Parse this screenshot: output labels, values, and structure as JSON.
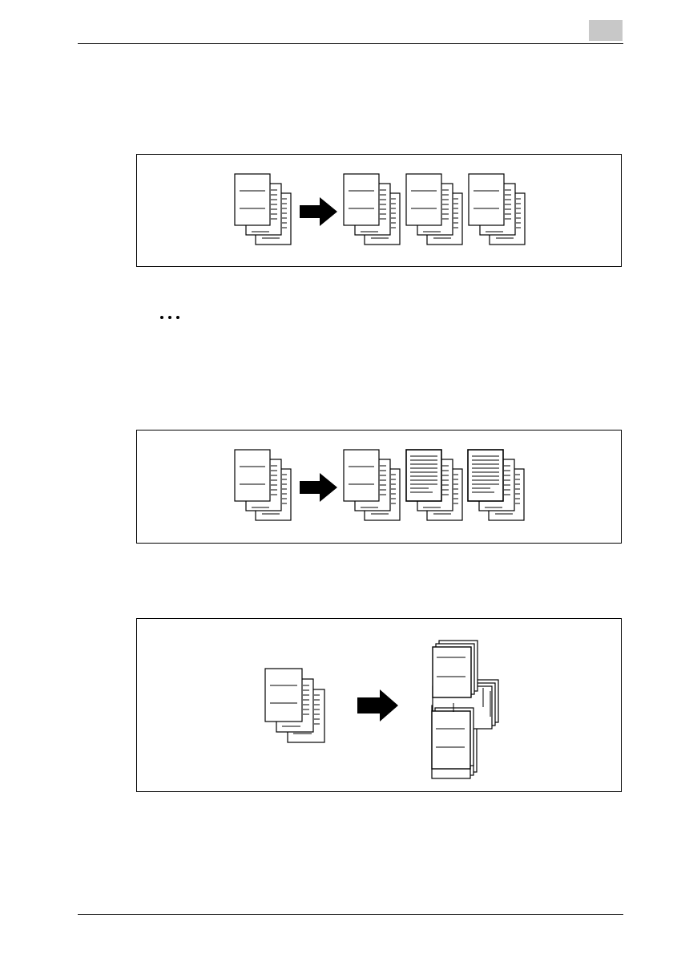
{
  "header": {
    "chapter_tab": ""
  },
  "note": {
    "icon": "ellipsis-note-icon"
  },
  "figures": [
    {
      "name": "collate-copies-figure",
      "icons": [
        "original-stack-icon",
        "arrow-right-icon",
        "copy-set-icon",
        "copy-set-icon",
        "copy-set-icon"
      ]
    },
    {
      "name": "separate-copies-figure",
      "icons": [
        "original-stack-icon",
        "arrow-right-icon",
        "copy-set-icon",
        "text-copy-set-icon",
        "text-copy-set-icon"
      ]
    },
    {
      "name": "crisscross-sort-figure",
      "icons": [
        "original-stack-icon",
        "arrow-right-icon",
        "crisscross-stack-icon"
      ]
    }
  ],
  "colors": {
    "chapter_tab": "#c8c8c8",
    "ink": "#000000",
    "paper": "#ffffff"
  }
}
